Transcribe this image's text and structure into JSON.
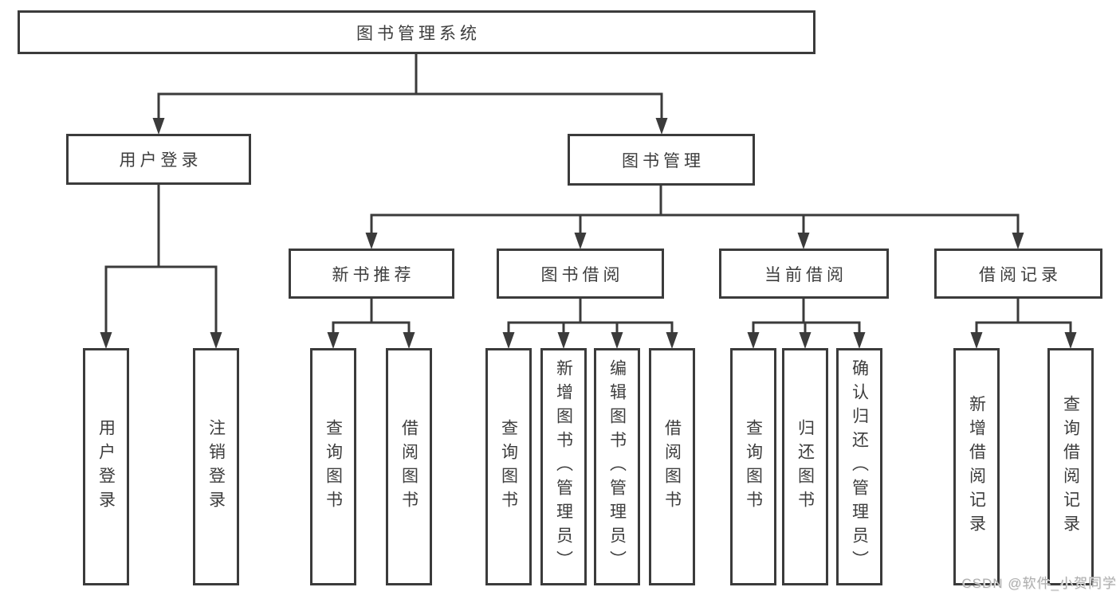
{
  "diagram": {
    "type": "tree",
    "colors": {
      "line": "#3b3b3b",
      "box_border": "#3b3b3b",
      "text": "#3d3d3d",
      "background": "#ffffff",
      "watermark": "#aeaeae"
    },
    "tree": {
      "label": "图书管理系统",
      "children": [
        {
          "label": "用户登录",
          "children": [
            {
              "label": "用户登录"
            },
            {
              "label": "注销登录"
            }
          ]
        },
        {
          "label": "图书管理",
          "children": [
            {
              "label": "新书推荐",
              "children": [
                {
                  "label": "查询图书"
                },
                {
                  "label": "借阅图书"
                }
              ]
            },
            {
              "label": "图书借阅",
              "children": [
                {
                  "label": "查询图书"
                },
                {
                  "label": "新增图书（管理员）"
                },
                {
                  "label": "编辑图书（管理员）"
                },
                {
                  "label": "借阅图书"
                }
              ]
            },
            {
              "label": "当前借阅",
              "children": [
                {
                  "label": "查询图书"
                },
                {
                  "label": "归还图书"
                },
                {
                  "label": "确认归还（管理员）"
                }
              ]
            },
            {
              "label": "借阅记录",
              "children": [
                {
                  "label": "新增借阅记录"
                },
                {
                  "label": "查询借阅记录"
                }
              ]
            }
          ]
        }
      ]
    },
    "watermark": "CSDN @软件_小贺同学"
  }
}
